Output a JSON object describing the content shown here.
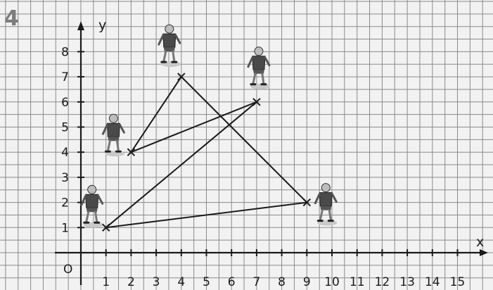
{
  "exercise": {
    "number": "4"
  },
  "axes": {
    "x_label": "x",
    "y_label": "y",
    "origin_label": "O",
    "x_ticks": [
      "1",
      "2",
      "3",
      "4",
      "5",
      "6",
      "7",
      "8",
      "9",
      "10",
      "11",
      "12",
      "13",
      "14",
      "15"
    ],
    "y_ticks": [
      "1",
      "2",
      "3",
      "4",
      "5",
      "6",
      "7",
      "8"
    ]
  },
  "chart_data": {
    "type": "scatter",
    "points": [
      {
        "x": 1,
        "y": 1
      },
      {
        "x": 2,
        "y": 4
      },
      {
        "x": 4,
        "y": 7
      },
      {
        "x": 7,
        "y": 6
      },
      {
        "x": 9,
        "y": 2
      }
    ],
    "segments": [
      [
        [
          1,
          1
        ],
        [
          7,
          6
        ]
      ],
      [
        [
          7,
          6
        ],
        [
          2,
          4
        ]
      ],
      [
        [
          2,
          4
        ],
        [
          4,
          7
        ]
      ],
      [
        [
          4,
          7
        ],
        [
          9,
          2
        ]
      ],
      [
        [
          9,
          2
        ],
        [
          1,
          1
        ]
      ]
    ],
    "xlim": [
      -1,
      15.5
    ],
    "ylim": [
      -1,
      9
    ],
    "grid": true
  },
  "colors": {
    "background": "#f2f2f2",
    "grid": "#8a8a8a",
    "axis": "#1a1a1a",
    "line": "#1a1a1a",
    "player_shirt": "#4a4a4a",
    "player_skin": "#bdbdbd",
    "shadow": "#c9c9c9"
  },
  "players": [
    {
      "icon": "player-figure-icon",
      "at": [
        1,
        1
      ]
    },
    {
      "icon": "player-figure-icon",
      "at": [
        2,
        4
      ]
    },
    {
      "icon": "player-figure-icon",
      "at": [
        4,
        7
      ]
    },
    {
      "icon": "player-figure-icon",
      "at": [
        7,
        6
      ]
    },
    {
      "icon": "player-figure-icon",
      "at": [
        9,
        2
      ]
    }
  ]
}
